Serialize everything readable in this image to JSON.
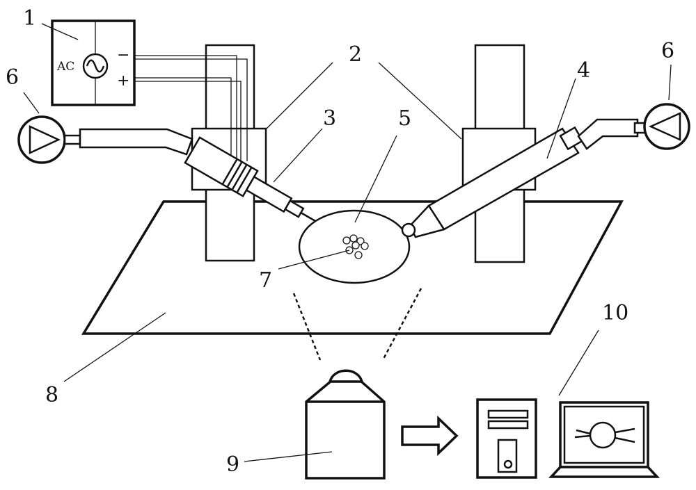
{
  "labels": {
    "power_supply": "1",
    "holder_stands": "2",
    "electrode_pipette": "3",
    "holding_pipette": "4",
    "dish": "5",
    "pump_left": "6",
    "pump_right": "6",
    "cells": "7",
    "stage": "8",
    "camera": "9",
    "computer": "10"
  },
  "power_supply": {
    "type_label": "AC",
    "minus_label": "−",
    "plus_label": "+"
  }
}
